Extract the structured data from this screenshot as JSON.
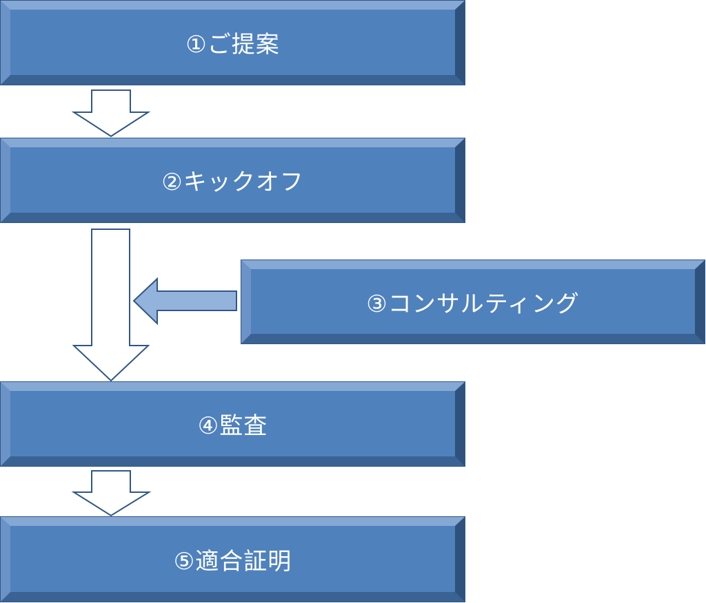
{
  "diagram": {
    "steps": [
      {
        "label": "①ご提案"
      },
      {
        "label": "②キックオフ"
      },
      {
        "label": "③コンサルティング"
      },
      {
        "label": "④監査"
      },
      {
        "label": "⑤適合証明"
      }
    ],
    "colors": {
      "box_fill": "#4f81bd",
      "box_bevel_light": "#86a8d4",
      "box_bevel_dark": "#2e527d",
      "arrow_outline": "#2f5686",
      "side_arrow_fill": "#93b3dc",
      "down_arrow_fill": "#ffffff",
      "label_text": "#ffffff"
    }
  }
}
